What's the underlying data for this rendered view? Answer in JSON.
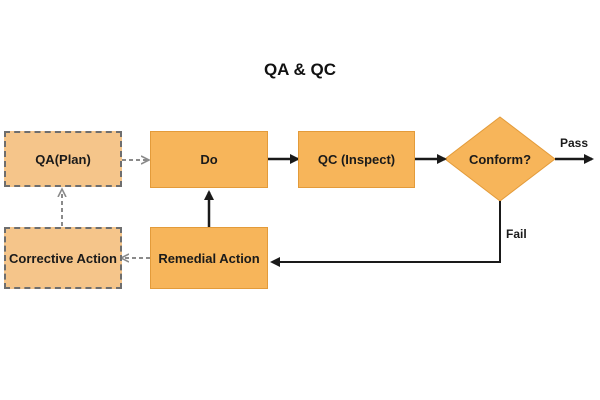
{
  "title": "QA & QC",
  "nodes": {
    "qa_plan": "QA(Plan)",
    "do": "Do",
    "qc_inspect": "QC (Inspect)",
    "conform": "Conform?",
    "corrective_action": "Corrective Action",
    "remedial_action": "Remedial Action"
  },
  "edges": {
    "pass": "Pass",
    "fail": "Fail"
  },
  "colors": {
    "box_fill": "#f7b55a",
    "dashed_fill": "#f5c58a",
    "arrow": "#1a1a1a",
    "dashed_arrow": "#8a8a8a"
  }
}
